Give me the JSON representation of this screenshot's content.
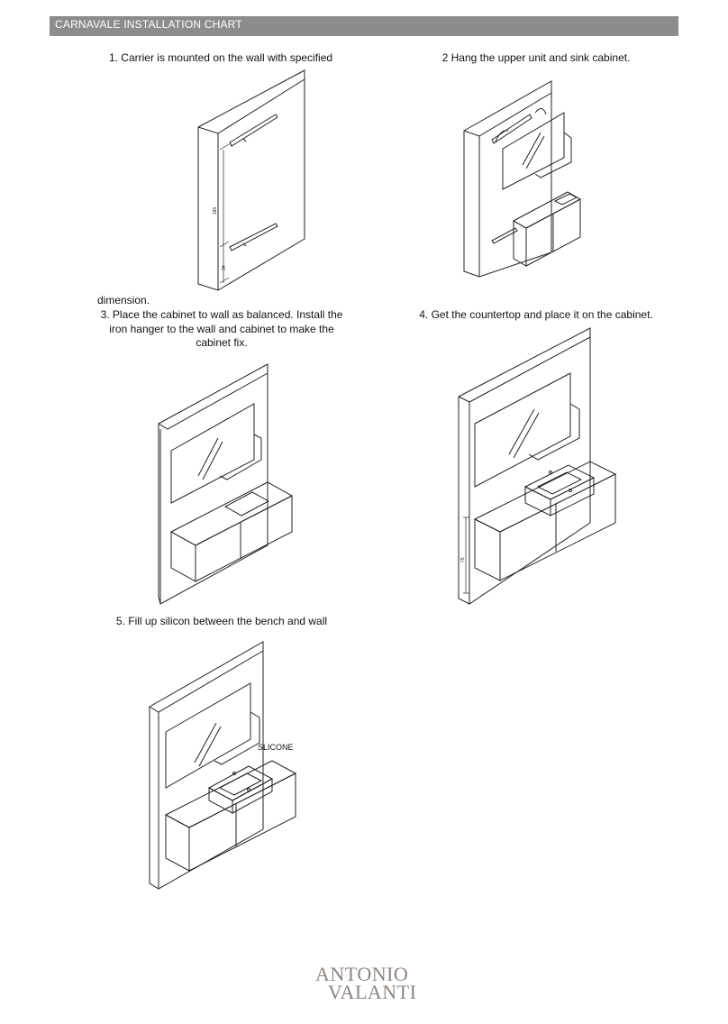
{
  "header": {
    "title": "CARNAVALE INSTALLATION CHART"
  },
  "steps": [
    {
      "text": "1. Carrier is mounted on the wall with specified",
      "continuation": "dimension."
    },
    {
      "text": "2 Hang the upper unit and sink cabinet."
    },
    {
      "lines": [
        "3. Place the cabinet to wall as balanced. Install the",
        "iron hanger to the wall and cabinet to make the",
        "cabinet fix."
      ]
    },
    {
      "text": "4. Get the countertop and place it on the cabinet."
    },
    {
      "text": "5. Fill up silicon between the bench and wall",
      "annotation": "SLICONE"
    }
  ],
  "figure1": {
    "dim_upper": "180",
    "dim_lower": "34"
  },
  "figure4": {
    "dim_height": "75"
  },
  "logo": {
    "line1": "ANTONIO",
    "line2": "VALANTI",
    "color": "#8d8580"
  },
  "colors": {
    "header_bar": "#8c8c8c",
    "header_text": "#ffffff",
    "line": "#222222"
  }
}
